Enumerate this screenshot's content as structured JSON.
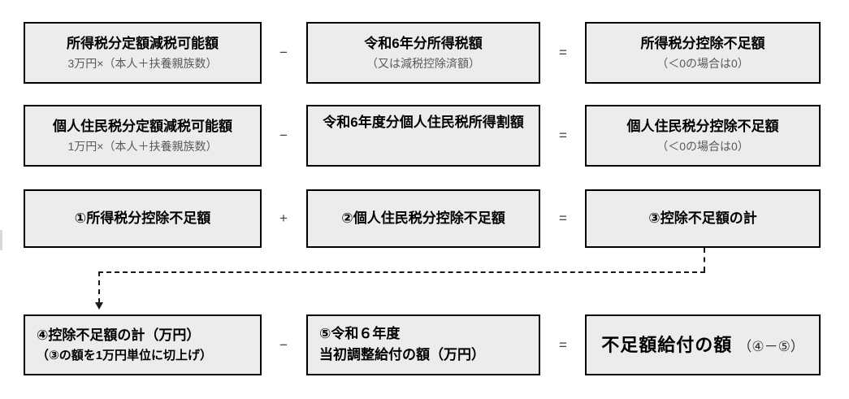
{
  "diagram": {
    "description_colors": {
      "box_fill": "#ececec",
      "box_border": "#000000",
      "muted_text": "#595959",
      "operator_text": "#404040",
      "connector": "#1a1a1a"
    },
    "rows": [
      {
        "op1": "−",
        "op2": "=",
        "boxes": [
          {
            "title": "所得税分定額減税可能額",
            "subtitle": "3万円×（本人＋扶養親族数）"
          },
          {
            "title": "令和6年分所得税額",
            "subtitle": "（又は減税控除済額）"
          },
          {
            "title": "所得税分控除不足額",
            "subtitle": "（＜0の場合は0）"
          }
        ]
      },
      {
        "op1": "−",
        "op2": "=",
        "boxes": [
          {
            "title": "個人住民税分定額減税可能額",
            "subtitle": "1万円×（本人＋扶養親族数）"
          },
          {
            "title": "令和6年度分個人住民税所得割額"
          },
          {
            "title": "個人住民税分控除不足額",
            "subtitle": "（＜0の場合は0）"
          }
        ]
      },
      {
        "op1": "+",
        "op2": "=",
        "boxes": [
          {
            "title": "①所得税分控除不足額"
          },
          {
            "title": "②個人住民税分控除不足額"
          },
          {
            "title": "③控除不足額の計"
          }
        ]
      },
      {
        "op1": "−",
        "op2": "=",
        "boxes": [
          {
            "title": "④控除不足額の計（万円）",
            "subtitle": "（③の額を1万円単位に切上げ）"
          },
          {
            "title": "⑤令和６年度",
            "subtitle": "当初調整給付の額（万円）"
          },
          {
            "title": "不足額給付の額",
            "suffix": "（④－⑤）"
          }
        ]
      }
    ]
  }
}
